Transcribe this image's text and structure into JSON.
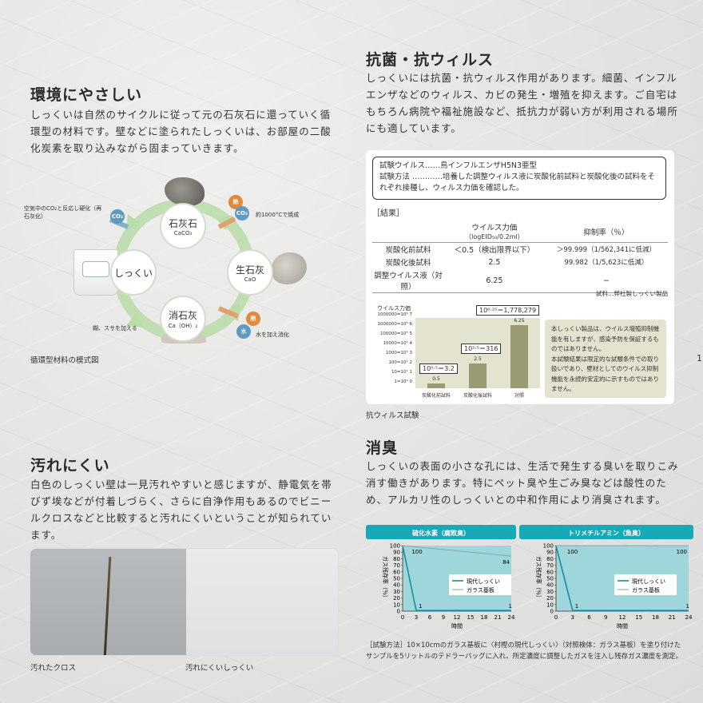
{
  "env": {
    "title": "環境にやさしい",
    "body": "しっくいは自然のサイクルに従って元の石灰石に還っていく循環型の材料です。壁などに塗られたしっくいは、お部屋の二酸化炭素を取り込みながら固まっていきます。",
    "cycle": {
      "n1": "石灰石",
      "n1f": "CaCO₃",
      "n2": "生石灰",
      "n2f": "CaO",
      "n3": "消石灰",
      "n3f": "Ca（OH）₂",
      "n4": "しっくい",
      "co2_badge": "CO₂",
      "heat_badge": "熱",
      "water_badge": "水",
      "note_left": "空気中のCO₂と反応し硬化（再石灰化）",
      "note_right": "約1000°Cで焼成",
      "note_water": "水を加え消化",
      "note_glue": "糊、スサを加える"
    },
    "caption": "循環型材料の模式図"
  },
  "dirt": {
    "title": "汚れにくい",
    "body": "白色のしっくい壁は一見汚れやすいと感じますが、静電気を帯びず埃などが付着しづらく、さらに自浄作用もあるのでビニールクロスなどと比較すると汚れにくいということが知られています。",
    "cap_left": "汚れたクロス",
    "cap_right": "汚れにくいしっくい"
  },
  "anti": {
    "title": "抗菌・抗ウィルス",
    "body": "しっくいには抗菌・抗ウィルス作用があります。細菌、インフルエンザなどのウィルス、カビの発生・増殖を抑えます。ご自宅はもちろん病院や福祉施設など、抵抗力が弱い方が利用される場所にも適しています。",
    "test_virus": "試験ウイルス……鳥インフルエンザH5N3亜型",
    "test_method": "試験方法 …………培養した調整ウィルス液に炭酸化前試料と炭酸化後の試料をそれぞれ接種し、ウィルス力価を確認した。",
    "result_label": "［結果］",
    "col1": "ウイルス力価",
    "col1b": "（logEID₅₀/0.2ml）",
    "col2": "抑制率（％）",
    "rows": [
      {
        "name": "炭酸化前試料",
        "v": "＜0.5（検出限界以下）",
        "r": "＞99.999（1/562,341に低減）"
      },
      {
        "name": "炭酸化後試料",
        "v": "2.5",
        "r": "99.982（1/5,623に低減）"
      },
      {
        "name": "調整ウイルス液（対照）",
        "v": "6.25",
        "r": "−"
      }
    ],
    "sample_note": "試料…弊社製しっくい製品",
    "notes": [
      "本しっくい製品は、ウイルス増殖抑制機能を有しますが、感染予防を保証するものではありません。",
      "本試験結果は限定的な試験条件での取り扱いであり、壁材としてのウイルス抑制機能を永続的安定的に示すものではありません。"
    ],
    "caption": "抗ウィルス試験"
  },
  "deo": {
    "title": "消臭",
    "body": "しっくいの表面の小さな孔には、生活で発生する臭いを取りこみ消す働きがあります。特にペット臭や生ごみ臭などは酸性のため、アルカリ性のしっくいとの中和作用により消臭されます。",
    "note": "［試験方法］10×10cmのガラス基板に〈村樫の現代しっくい〉（対照検体：ガラス基板）を塗り付けたサンプルを5リットルのテドラーバッグに入れ、所定濃度に調整したガスを注入し残存ガス濃度を測定。"
  },
  "page_number": "1",
  "chart_data": [
    {
      "type": "bar",
      "title": "",
      "ylabel": "ウイルス力価",
      "yticks": [
        "1000000=10⁶ 7",
        "1000000=10⁶ 6",
        "100000=10⁵ 5",
        "10000=10⁴ 4",
        "1000=10³ 3",
        "100=10² 2",
        "10=10¹ 1",
        "1=10⁰ 0"
      ],
      "categories": [
        "炭酸化前試料",
        "炭酸化後試料",
        "対照"
      ],
      "values": [
        0.5,
        2.5,
        6.25
      ],
      "callouts": [
        "10⁰·⁵＝3.2",
        "10²·⁵＝316",
        "10⁶·²⁵＝1,778,279"
      ],
      "value_labels": [
        "0.5",
        "2.5",
        "6.25"
      ],
      "ylim": [
        0,
        7
      ]
    },
    {
      "type": "line",
      "title": "硫化水素（腐敗臭）",
      "xlabel": "時間",
      "ylabel": "ガス残存率（％）",
      "x": [
        0,
        3,
        6,
        9,
        12,
        15,
        18,
        21,
        24
      ],
      "yticks": [
        0,
        10,
        20,
        30,
        40,
        50,
        60,
        70,
        80,
        90,
        100
      ],
      "ylim": [
        0,
        100
      ],
      "series": [
        {
          "name": "現代しっくい",
          "x": [
            0,
            3
          ],
          "values": [
            100,
            1
          ]
        },
        {
          "name": "ガラス基板",
          "x": [
            0,
            24
          ],
          "values": [
            100,
            84
          ]
        }
      ],
      "labels": [
        "100",
        "84",
        "1"
      ]
    },
    {
      "type": "line",
      "title": "トリメチルアミン（魚臭）",
      "xlabel": "時間",
      "ylabel": "ガス残存率（％）",
      "x": [
        0,
        3,
        6,
        9,
        12,
        15,
        18,
        21,
        24
      ],
      "yticks": [
        0,
        10,
        20,
        30,
        40,
        50,
        60,
        70,
        80,
        90,
        100
      ],
      "ylim": [
        0,
        100
      ],
      "series": [
        {
          "name": "現代しっくい",
          "x": [
            0,
            3
          ],
          "values": [
            100,
            1
          ]
        },
        {
          "name": "ガラス基板",
          "x": [
            0,
            24
          ],
          "values": [
            100,
            100
          ]
        }
      ],
      "labels": [
        "100",
        "100",
        "1"
      ]
    }
  ]
}
